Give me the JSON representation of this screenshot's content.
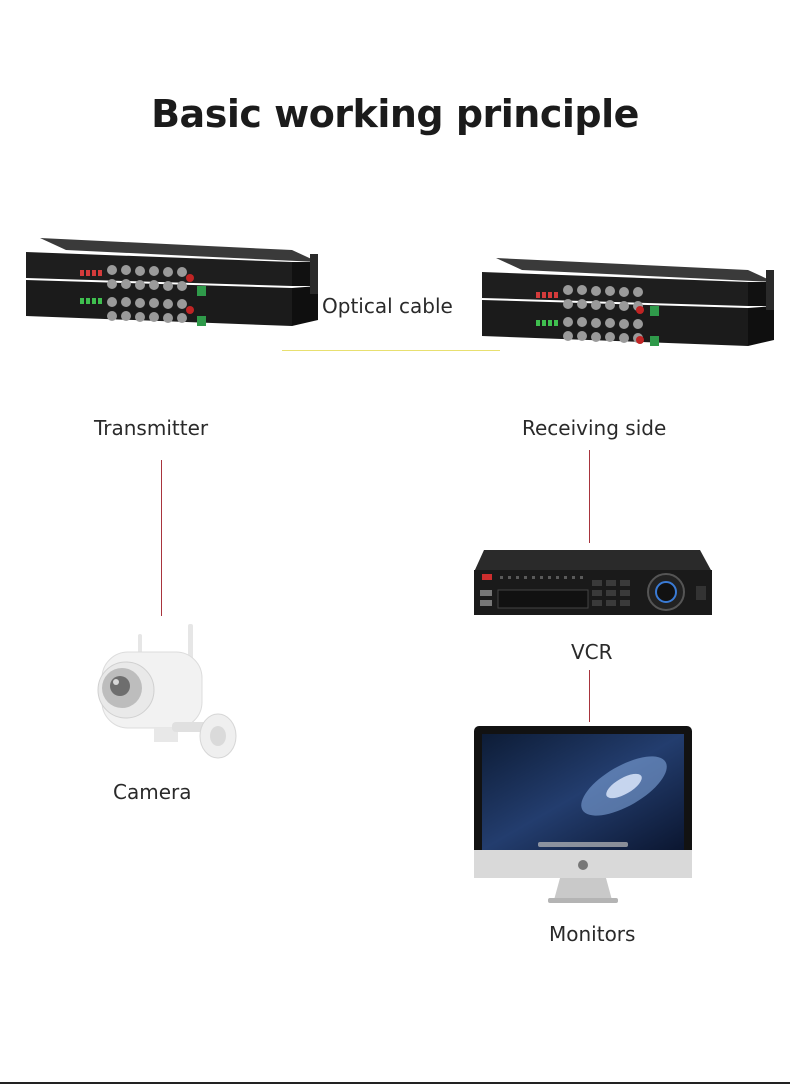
{
  "title": "Basic working principle",
  "labels": {
    "optical_cable": "Optical cable",
    "transmitter": "Transmitter",
    "receiving_side": "Receiving side",
    "vcr": "VCR",
    "camera": "Camera",
    "monitors": "Monitors"
  },
  "colors": {
    "connector_line": "#a8343d",
    "cable_line": "#e8e070",
    "device_body": "#1e1e1e"
  }
}
